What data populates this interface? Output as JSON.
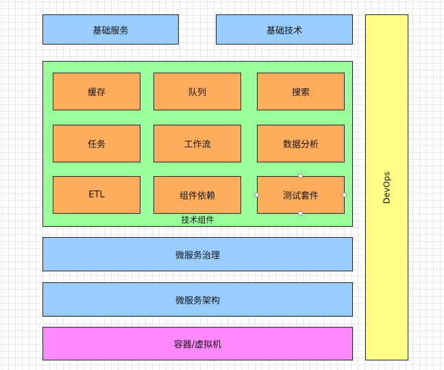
{
  "diagram": {
    "top": [
      {
        "label": "基础服务"
      },
      {
        "label": "基础技术"
      }
    ],
    "tech_group": {
      "label": "技术组件",
      "components": [
        {
          "label": "缓存"
        },
        {
          "label": "队列"
        },
        {
          "label": "搜索"
        },
        {
          "label": "任务"
        },
        {
          "label": "工作流"
        },
        {
          "label": "数据分析"
        },
        {
          "label": "ETL"
        },
        {
          "label": "组件依赖"
        },
        {
          "label": "测试套件"
        }
      ]
    },
    "layers": [
      {
        "label": "微服务治理"
      },
      {
        "label": "微服务架构"
      },
      {
        "label": "容器/虚拟机"
      }
    ],
    "side": {
      "label": "DevOps"
    }
  },
  "colors": {
    "blue": "#99ccff",
    "orange": "#ffad5b",
    "green": "#99ff99",
    "pink": "#ff88ff",
    "yellow": "#ffff88"
  }
}
